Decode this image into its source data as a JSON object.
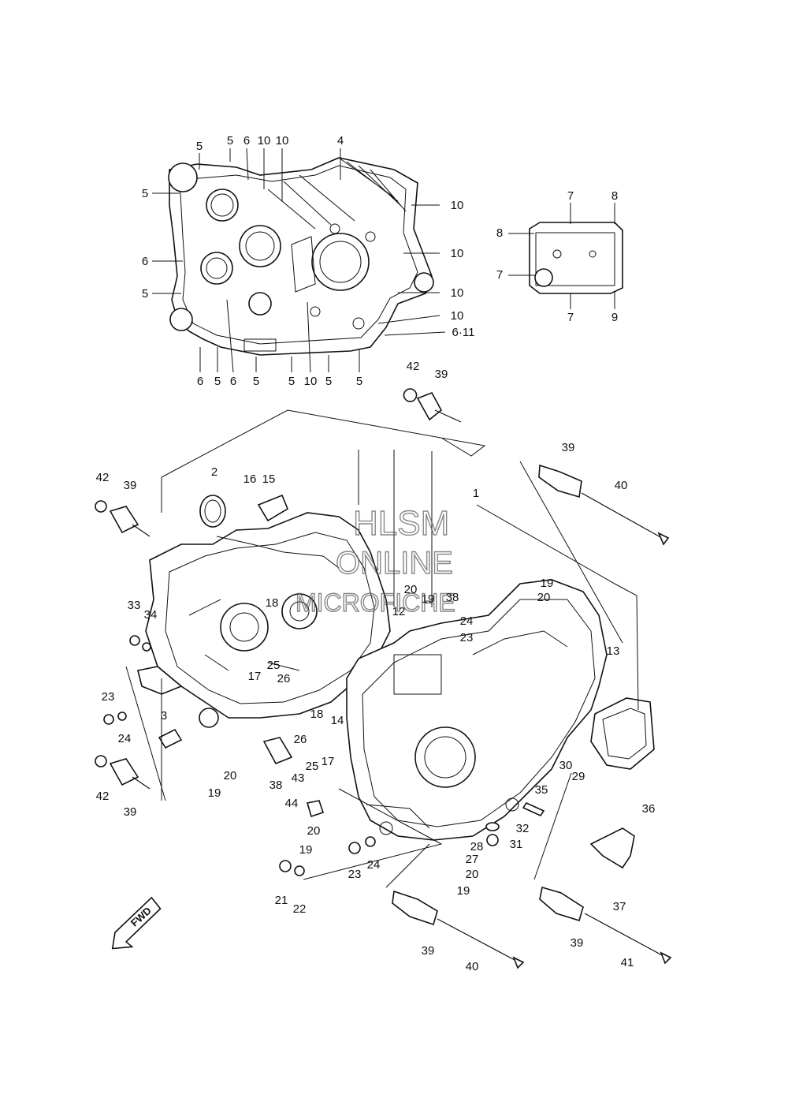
{
  "watermark": {
    "line1": "HLSM",
    "line2": "ONLINE",
    "line3": "MICROFICHE"
  },
  "fwd_label": "FWD",
  "callouts": {
    "c1": "5",
    "c2": "5",
    "c3": "6",
    "c4": "10",
    "c5": "10",
    "c6": "4",
    "c7": "5",
    "c8": "10",
    "c9": "6",
    "c10": "10",
    "c11": "5",
    "c12": "10",
    "c13": "10",
    "c14": "6·11",
    "c15": "6",
    "c16": "5",
    "c17": "6",
    "c18": "5",
    "c19": "5",
    "c20": "10",
    "c21": "5",
    "c22": "5",
    "c23": "7",
    "c24": "8",
    "c25": "8",
    "c26": "7",
    "c27": "7",
    "c28": "9",
    "c29": "42",
    "c30": "39",
    "c31": "39",
    "c32": "40",
    "c33": "42",
    "c34": "39",
    "c35": "2",
    "c36": "16",
    "c37": "15",
    "c38": "1",
    "c39": "20",
    "c40": "19",
    "c41": "38",
    "c42": "19",
    "c43": "20",
    "c44": "12",
    "c45": "24",
    "c46": "23",
    "c47": "13",
    "c48": "33",
    "c49": "34",
    "c50": "18",
    "c51": "17",
    "c52": "25",
    "c53": "26",
    "c54": "23",
    "c55": "24",
    "c56": "3",
    "c57": "18",
    "c58": "14",
    "c59": "26",
    "c60": "25",
    "c61": "17",
    "c62": "30",
    "c63": "29",
    "c64": "42",
    "c65": "39",
    "c66": "20",
    "c67": "19",
    "c68": "38",
    "c69": "43",
    "c70": "44",
    "c71": "35",
    "c72": "36",
    "c73": "20",
    "c74": "19",
    "c75": "28",
    "c76": "27",
    "c77": "20",
    "c78": "19",
    "c79": "32",
    "c80": "31",
    "c81": "23",
    "c82": "24",
    "c83": "21",
    "c84": "22",
    "c85": "37",
    "c86": "39",
    "c87": "40",
    "c88": "39",
    "c89": "41"
  }
}
